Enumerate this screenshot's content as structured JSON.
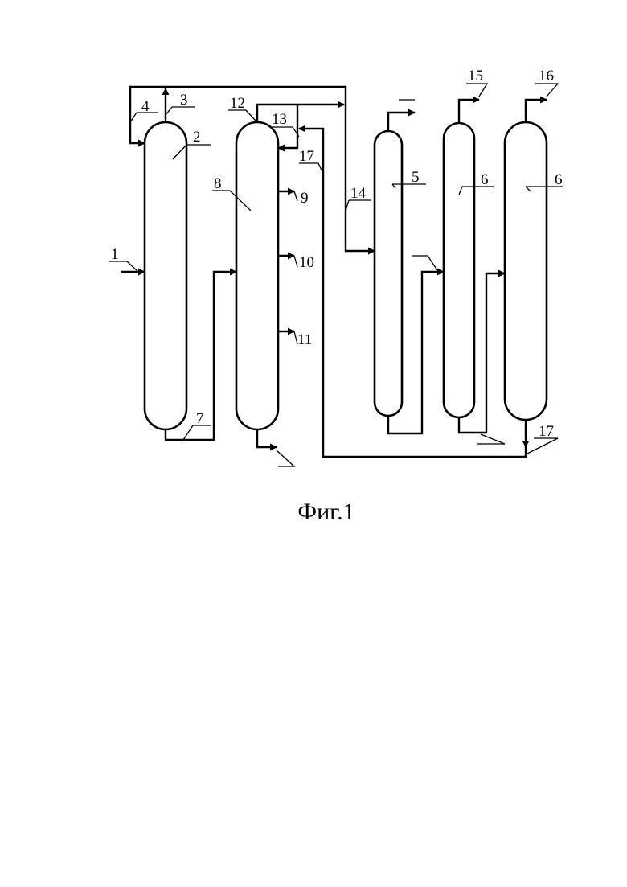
{
  "figure": {
    "caption": "Фиг.1",
    "labels": {
      "feed": "1",
      "column_a": "2",
      "overhead_a": "3",
      "reflux_a": "4",
      "column_b": "5",
      "column_c": "6",
      "column_d": "6",
      "bottoms_a": "7",
      "column_main": "8",
      "side_draw_1": "9",
      "side_draw_2": "10",
      "side_draw_3": "11",
      "overhead_main": "12",
      "reflux_main": "13",
      "transfer_line": "14",
      "overhead_c": "15",
      "overhead_d": "16",
      "return_line_upper": "17",
      "return_line_lower": "17"
    }
  }
}
